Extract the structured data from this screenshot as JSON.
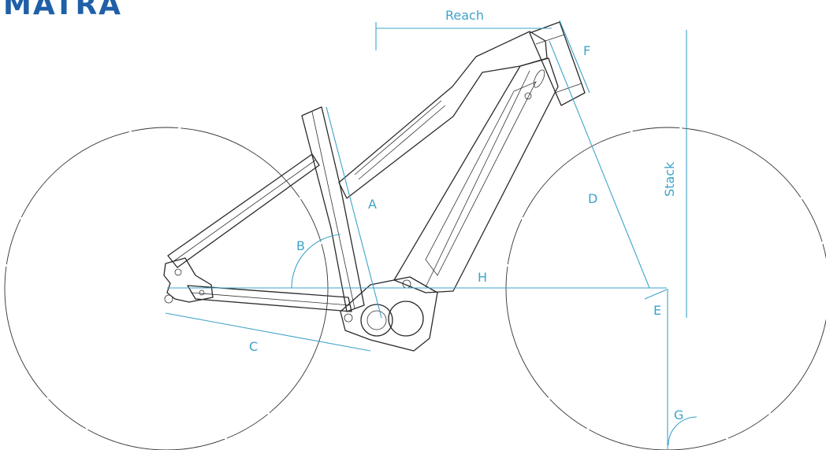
{
  "brand": {
    "logo_text": "MATRA"
  },
  "colors": {
    "brand": "#1f5fa8",
    "dimension": "#3ea3c9",
    "frame": "#2a2a2a"
  },
  "dimensions": {
    "reach": "Reach",
    "stack": "Stack",
    "a": "A",
    "b": "B",
    "c": "C",
    "d": "D",
    "e": "E",
    "f": "F",
    "g": "G",
    "h": "H"
  }
}
